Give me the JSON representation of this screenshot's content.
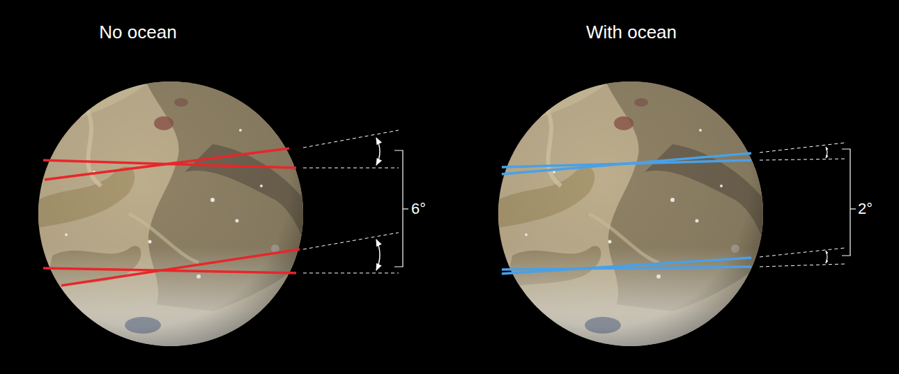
{
  "diagram": {
    "labels": [
      "No ocean",
      "With ocean",
      "6°",
      "2°"
    ]
  }
}
